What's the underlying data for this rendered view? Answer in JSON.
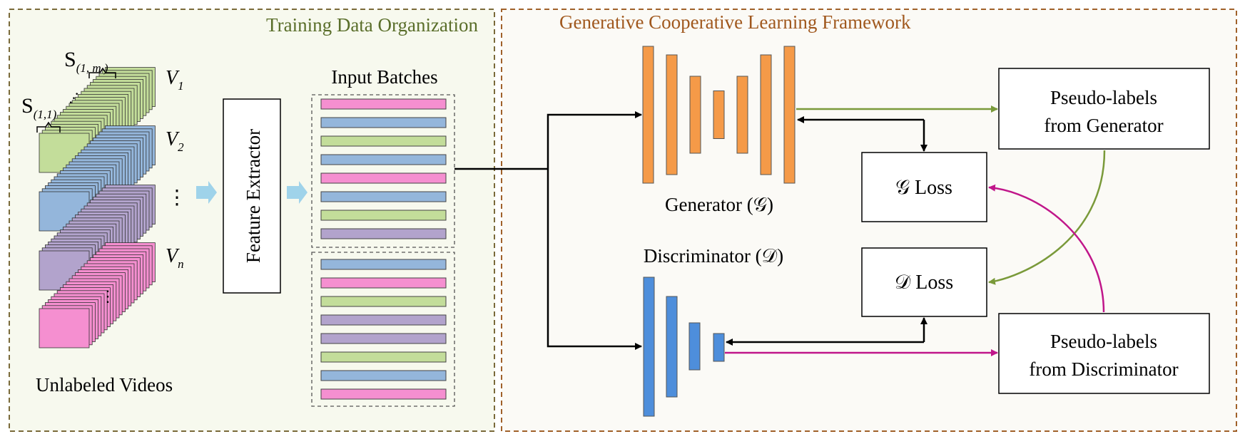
{
  "sections": {
    "left_title": "Training Data Organization",
    "right_title": "Generative Cooperative Learning Framework"
  },
  "left": {
    "segment_first": "S",
    "segment_first_sub": "(1,1)",
    "segment_last": "S",
    "segment_last_sub": "(1, m )",
    "video_labels": [
      {
        "main": "V",
        "sub": "1"
      },
      {
        "main": "V",
        "sub": "2"
      },
      {
        "main": "V",
        "sub": "n"
      }
    ],
    "vdots": "⋮",
    "hdots": "…",
    "videos_caption": "Unlabeled Videos",
    "feature_extractor": "Feature Extractor",
    "batches_title": "Input Batches"
  },
  "right": {
    "generator_label": "Generator (𝒢)",
    "discriminator_label": "Discriminator (𝒟)",
    "g_loss": "𝒢 Loss",
    "d_loss": "𝒟 Loss",
    "pseudo_gen_line1": "Pseudo-labels",
    "pseudo_gen_line2": "from Generator",
    "pseudo_disc_line1": "Pseudo-labels",
    "pseudo_disc_line2": "from Discriminator"
  },
  "colors": {
    "green_border": "#7a6a3a",
    "brown_border": "#a0612a",
    "green_title": "#5a6e2a",
    "brown_title": "#a0581e",
    "green_bg": "#f7f9ee",
    "right_bg": "#fbfaf6",
    "video_green": "#c3dd9a",
    "video_blue": "#94b6db",
    "video_purple": "#b2a3cc",
    "video_pink": "#f58fd0",
    "generator": "#f59a48",
    "discriminator": "#4e8edb",
    "arrow_green": "#7a9a3a",
    "arrow_magenta": "#c0168a",
    "arrow_light": "#9fd3ea"
  },
  "batches": {
    "batch1": [
      "pink",
      "blue",
      "green",
      "blue",
      "pink",
      "blue",
      "green",
      "purple"
    ],
    "batch2": [
      "blue",
      "pink",
      "green",
      "purple",
      "purple",
      "green",
      "blue",
      "pink"
    ]
  }
}
